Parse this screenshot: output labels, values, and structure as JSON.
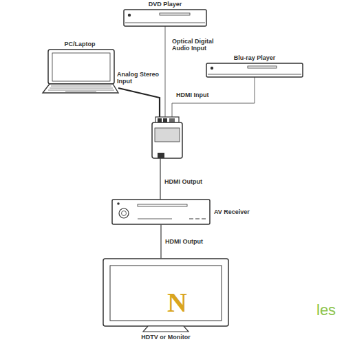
{
  "diagram": {
    "nodes": [
      {
        "text": [
          "DVD Player"
        ]
      },
      {
        "text": [
          "PC/Laptop"
        ]
      },
      {
        "text": [
          "Blu-ray Player"
        ]
      },
      {
        "text": [
          "AV Receiver"
        ]
      },
      {
        "text": [
          "HDTV or Monitor"
        ]
      }
    ],
    "edges": [
      {
        "from": 3,
        "to": 4,
        "arrow": "none",
        "label": "HDMI Output"
      }
    ],
    "labels": [
      "Optical Digital Audio Input",
      "Analog Stereo Input",
      "HDMI Input",
      "HDMI Output",
      "N",
      "les"
    ]
  }
}
